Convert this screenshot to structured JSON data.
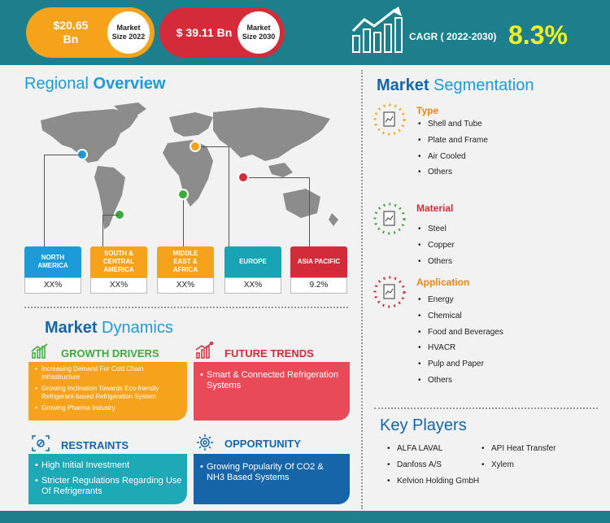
{
  "header": {
    "market_size_2022_value": "$20.65\nBn",
    "market_size_2022_label": "Market\nSize 2022",
    "market_size_2030_value": "$ 39.11 Bn",
    "market_size_2030_label": "Market\nSize 2030",
    "cagr_label": "CAGR ( 2022-2030)",
    "cagr_value": "8.3%"
  },
  "regional": {
    "title_a": "Regional ",
    "title_b": "Overview",
    "regions": [
      {
        "name": "NORTH\nAMERICA",
        "value": "XX%",
        "color": "#1b9bd7"
      },
      {
        "name": "SOUTH &\nCENTRAL\nAMERICA",
        "value": "XX%",
        "color": "#f6a21b"
      },
      {
        "name": "MIDDLE\nEAST &\nAFRICA",
        "value": "XX%",
        "color": "#f6a21b"
      },
      {
        "name": "EUROPE",
        "value": "XX%",
        "color": "#19a3b5"
      },
      {
        "name": "ASIA PACIFIC",
        "value": "9.2%",
        "color": "#d42b3a"
      }
    ]
  },
  "dynamics": {
    "title_a": "Market ",
    "title_b": "Dynamics",
    "growth_drivers": {
      "title": "GROWTH DRIVERS",
      "color": "#f6a21b",
      "items": [
        "Increasing Demand For Cold Chain Infrastructure",
        "Growing Inclination Towards Eco-friendly Refrigerant-based Refrigeration System",
        "Growing Pharma Industry"
      ]
    },
    "future_trends": {
      "title": "FUTURE TRENDS",
      "color": "#e84a57",
      "items": [
        "Smart & Connected Refrigeration Systems"
      ]
    },
    "restraints": {
      "title": "RESTRAINTS",
      "color": "#1da9b5",
      "items": [
        "High Initial Investment",
        "Stricter Regulations Regarding Use Of Refrigerants"
      ]
    },
    "opportunity": {
      "title": "OPPORTUNITY",
      "color": "#1565a8",
      "items": [
        "Growing Popularity Of CO2 & NH3 Based Systems"
      ]
    }
  },
  "segmentation": {
    "title_a": "Market ",
    "title_b": "Segmentation",
    "groups": [
      {
        "title": "Type",
        "color": "#e5861a",
        "items": [
          "Shell and Tube",
          "Plate and Frame",
          "Air Cooled",
          "Others"
        ]
      },
      {
        "title": "Material",
        "color": "#d42b3a",
        "items": [
          "Steel",
          "Copper",
          "Others"
        ]
      },
      {
        "title": "Application",
        "color": "#e5861a",
        "items": [
          "Energy",
          "Chemical",
          "Food and Beverages",
          "HVACR",
          "Pulp and Paper",
          "Others"
        ]
      }
    ]
  },
  "key_players": {
    "title": "Key Players",
    "col1": [
      "ALFA LAVAL",
      "Danfoss A/S",
      "Kelvion Holding GmbH"
    ],
    "col2": [
      "API Heat Transfer",
      "Xylem"
    ]
  }
}
